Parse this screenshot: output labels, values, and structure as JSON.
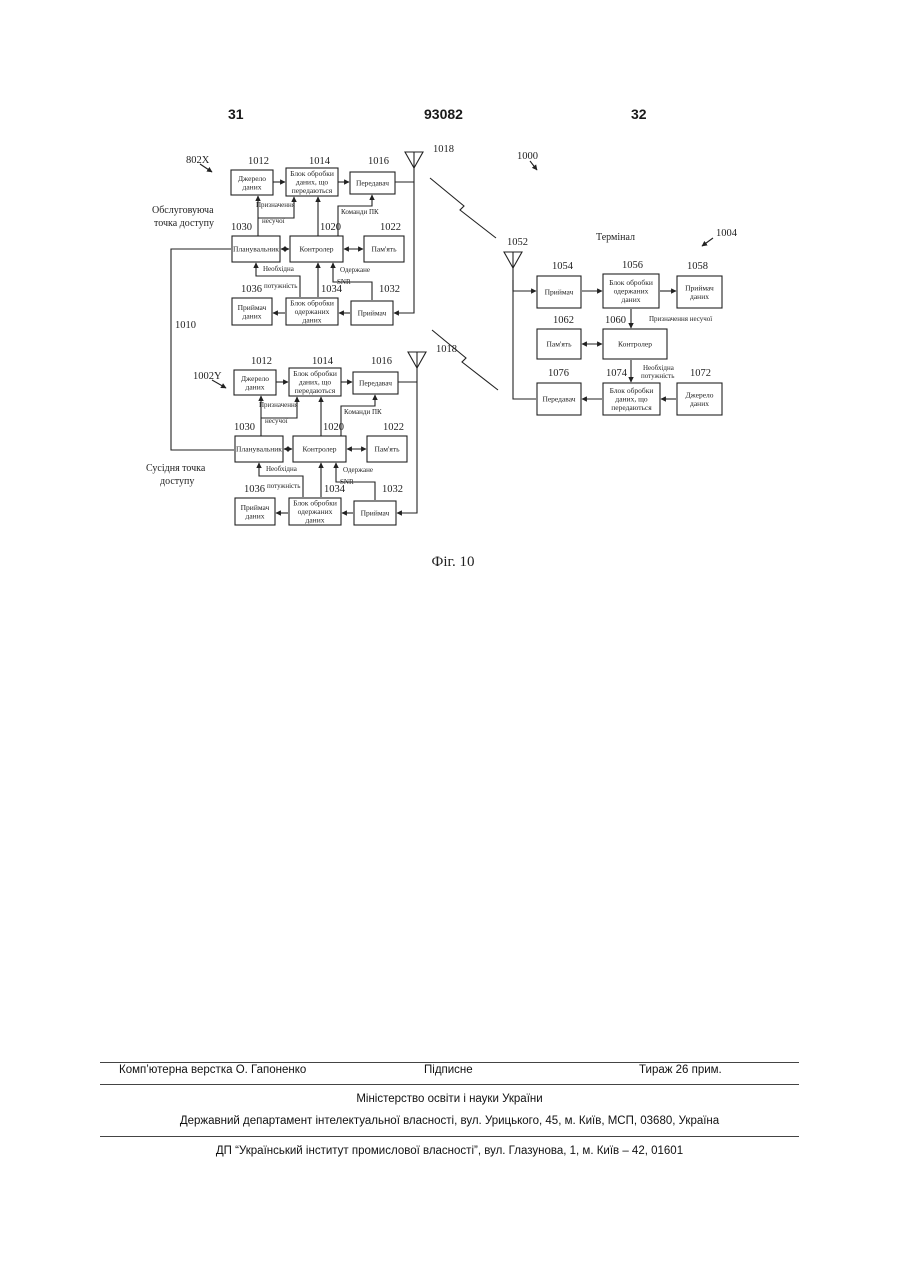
{
  "header": {
    "left_page": "31",
    "patent_number": "93082",
    "right_page": "32"
  },
  "figure": {
    "caption": "Фіг. 10",
    "ap_top": {
      "tag": "802X",
      "side_label_1": "Обслуговуюча",
      "side_label_2": "точка доступу",
      "blocks": {
        "data_source": [
          "Джерело",
          "даних"
        ],
        "tx_proc": [
          "Блок обробки",
          "даних, що",
          "передаються"
        ],
        "transmitter": [
          "Передавач"
        ],
        "scheduler": [
          "Планувальник"
        ],
        "controller": [
          "Контролер"
        ],
        "memory": [
          "Пам'ять"
        ],
        "data_sink": [
          "Приймач",
          "даних"
        ],
        "rx_proc": [
          "Блок обробки",
          "одержаних",
          "даних"
        ],
        "receiver": [
          "Приймач"
        ]
      },
      "nums": {
        "data_source": "1012",
        "tx_proc": "1014",
        "transmitter": "1016",
        "antenna": "1018",
        "scheduler": "1030",
        "controller": "1020",
        "memory": "1022",
        "data_sink": "1036",
        "rx_proc": "1034",
        "receiver": "1032"
      },
      "labels": {
        "carrier_1": "Призначення",
        "carrier_2": "несучої",
        "pc_cmd": "Команди ПК",
        "need_1": "Необхідна",
        "need_2": "потужність",
        "received": "Одержане",
        "snr": "SNR"
      }
    },
    "ap_bottom": {
      "tag": "1002Y",
      "side_label_1": "Сусідня точка",
      "side_label_2": "доступу",
      "blocks": {
        "data_source": [
          "Джерело",
          "даних"
        ],
        "tx_proc": [
          "Блок обробки",
          "даних, що",
          "передаються"
        ],
        "transmitter": [
          "Передавач"
        ],
        "scheduler": [
          "Планувальник"
        ],
        "controller": [
          "Контролер"
        ],
        "memory": [
          "Пам'ять"
        ],
        "data_sink": [
          "Приймач",
          "даних"
        ],
        "rx_proc": [
          "Блок обробки",
          "одержаних",
          "даних"
        ],
        "receiver": [
          "Приймач"
        ]
      },
      "nums": {
        "data_source": "1012",
        "tx_proc": "1014",
        "transmitter": "1016",
        "antenna": "1018",
        "scheduler": "1030",
        "controller": "1020",
        "memory": "1022",
        "data_sink": "1036",
        "rx_proc": "1034",
        "receiver": "1032"
      },
      "labels": {
        "carrier_1": "Призначення",
        "carrier_2": "несучої",
        "pc_cmd": "Команди ПК",
        "need_1": "Необхідна",
        "need_2": "потужність",
        "received": "Одержане",
        "snr": "SNR"
      }
    },
    "link_num": "1010",
    "system_num": "1000",
    "terminal": {
      "title": "Термінал",
      "tag": "1004",
      "antenna_num": "1052",
      "blocks": {
        "receiver": [
          "Приймач"
        ],
        "rx_proc": [
          "Блок обробки",
          "одержаних",
          "даних"
        ],
        "data_sink": [
          "Приймач",
          "даних"
        ],
        "memory": [
          "Пам'ять"
        ],
        "controller": [
          "Контролер"
        ],
        "transmitter": [
          "Передавач"
        ],
        "tx_proc": [
          "Блок обробки",
          "даних, що",
          "передаються"
        ],
        "data_source": [
          "Джерело",
          "даних"
        ]
      },
      "nums": {
        "receiver": "1054",
        "rx_proc": "1056",
        "data_sink": "1058",
        "memory": "1062",
        "controller": "1060",
        "transmitter": "1076",
        "tx_proc": "1074",
        "data_source": "1072"
      },
      "labels": {
        "carrier": "Призначення несучої",
        "need_1": "Необхідна",
        "need_2": "потужність"
      }
    }
  },
  "footer": {
    "layout_credit": "Комп’ютерна верстка О. Гапоненко",
    "signed": "Підписне",
    "circulation": "Тираж 26 прим.",
    "ministry": "Міністерство освіти і науки України",
    "department": "Державний департамент інтелектуальної власності, вул. Урицького, 45, м. Київ, МСП, 03680, Україна",
    "institute": "ДП “Український інститут промислової власності”, вул. Глазунова, 1, м. Київ – 42, 01601"
  }
}
